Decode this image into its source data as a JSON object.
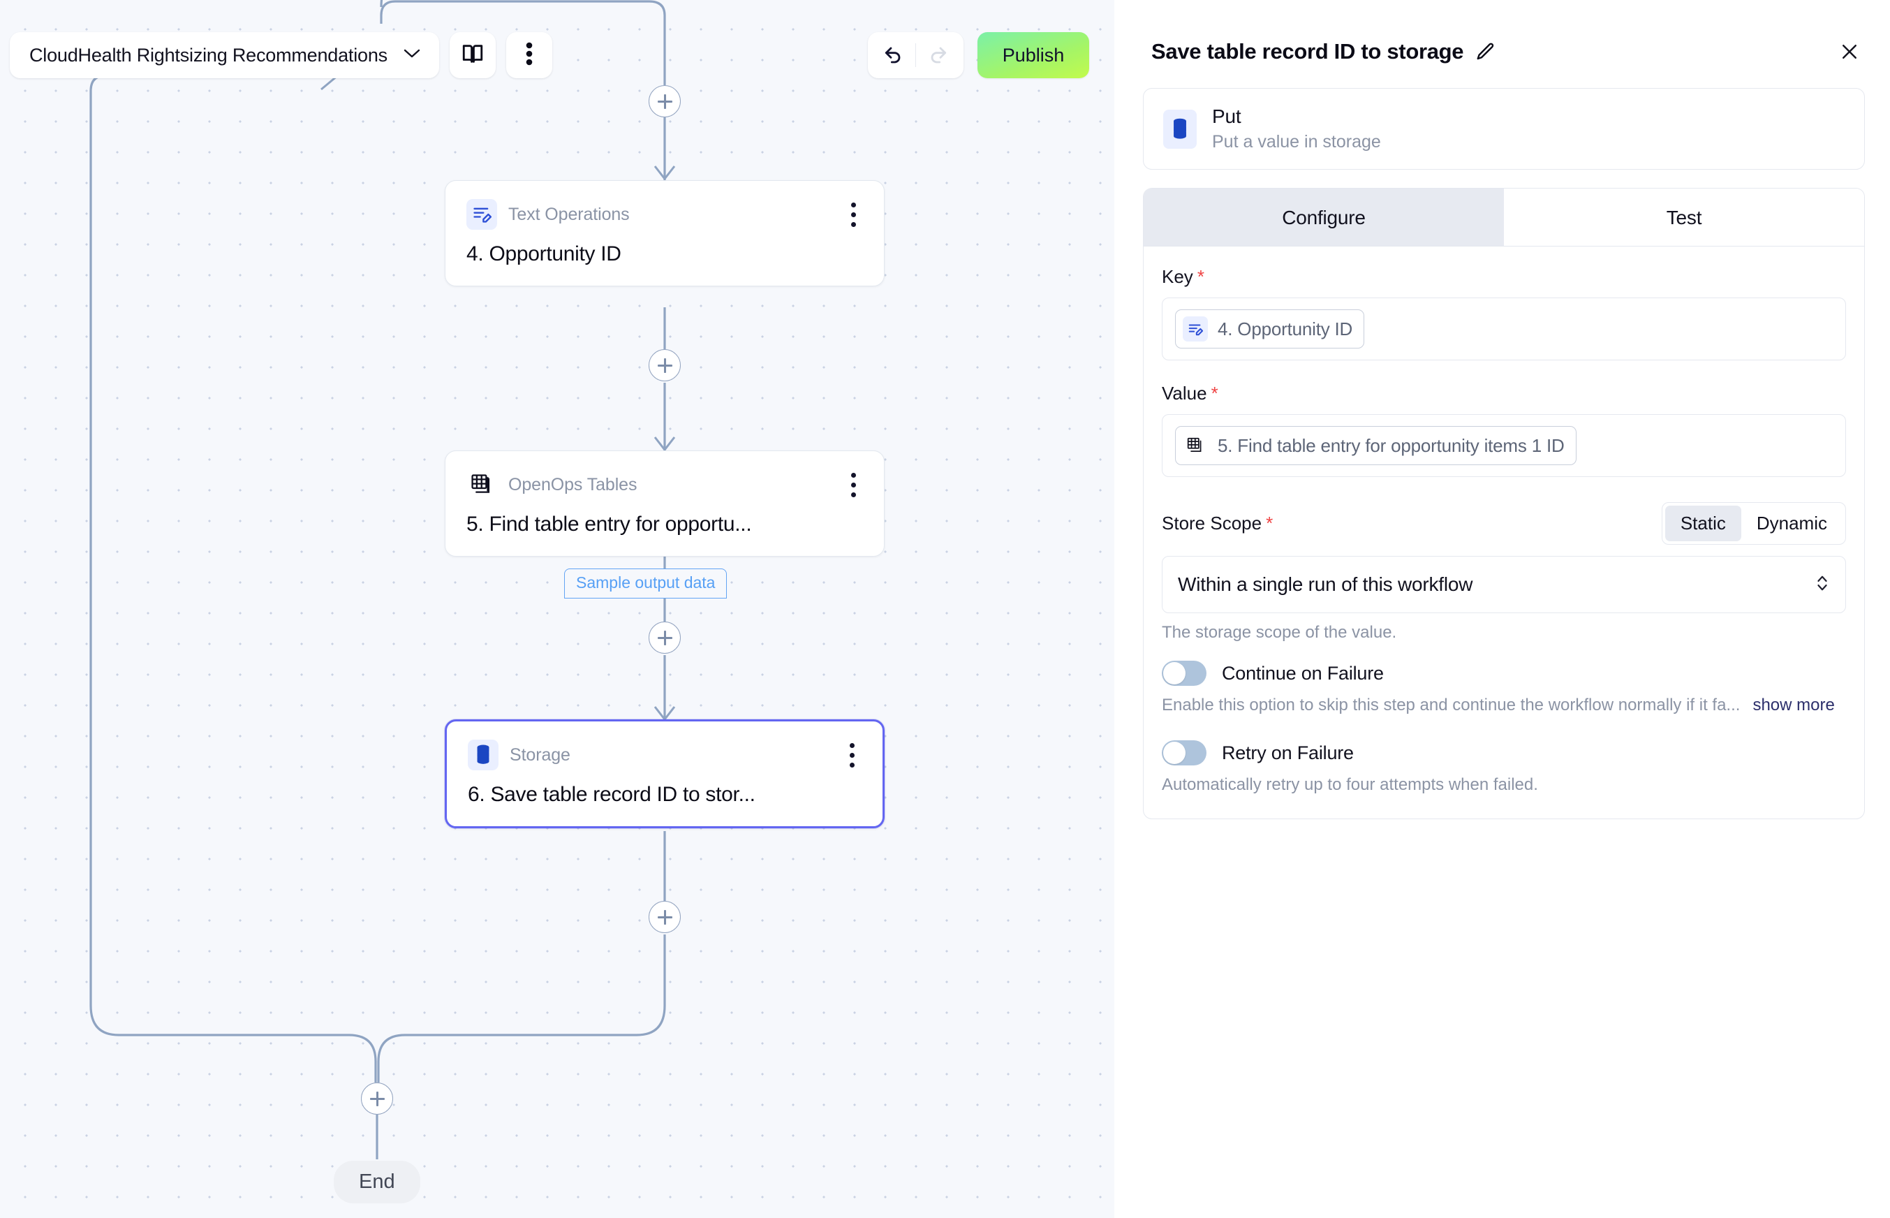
{
  "canvas": {
    "toolbar": {
      "workflow_name": "CloudHealth Rightsizing Recommendations",
      "chevron_icon": "chevron-down-icon",
      "docs_icon": "book-icon",
      "more_icon": "more-vertical-icon",
      "undo_icon": "undo-icon",
      "redo_icon": "redo-icon",
      "publish_label": "Publish",
      "publish_color": "#aef05c"
    },
    "nodes": [
      {
        "kind": "Text Operations",
        "title": "4. Opportunity ID",
        "icon": "text-operations-icon",
        "selected": false
      },
      {
        "kind": "OpenOps Tables",
        "title": "5. Find table entry for opportu...",
        "icon": "tables-icon",
        "selected": false
      },
      {
        "kind": "Storage",
        "title": "6. Save table record ID to stor...",
        "icon": "storage-icon",
        "selected": true
      }
    ],
    "sample_badge": "Sample output data",
    "end_label": "End",
    "add_button_label": "+",
    "edge_color": "#8fa4c2"
  },
  "panel": {
    "title": "Save table record ID to storage",
    "edit_icon": "pencil-icon",
    "close_icon": "close-icon",
    "piece": {
      "name": "Put",
      "description": "Put a value in storage",
      "icon": "storage-icon"
    },
    "tabs": [
      {
        "label": "Configure",
        "active": true
      },
      {
        "label": "Test",
        "active": false
      }
    ],
    "fields": {
      "key": {
        "label": "Key",
        "required": "*",
        "chip_text": "4. Opportunity ID",
        "chip_icon": "text-operations-icon"
      },
      "value": {
        "label": "Value",
        "required": "*",
        "chip_text": "5. Find table entry for opportunity items 1 ID",
        "chip_icon": "tables-icon"
      },
      "store_scope": {
        "label": "Store Scope",
        "required": "*",
        "mode_static": "Static",
        "mode_dynamic": "Dynamic",
        "active_mode": "Static",
        "selected_option": "Within a single run of this workflow",
        "hint": "The storage scope of the value.",
        "chevron_icon": "chevron-updown-icon"
      },
      "continue_on_failure": {
        "label": "Continue on Failure",
        "state": "off",
        "description": "Enable this option to skip this step and continue the workflow normally if it fa...",
        "show_more": "show more"
      },
      "retry_on_failure": {
        "label": "Retry on Failure",
        "state": "off",
        "description": "Automatically retry up to four attempts when failed."
      }
    }
  }
}
